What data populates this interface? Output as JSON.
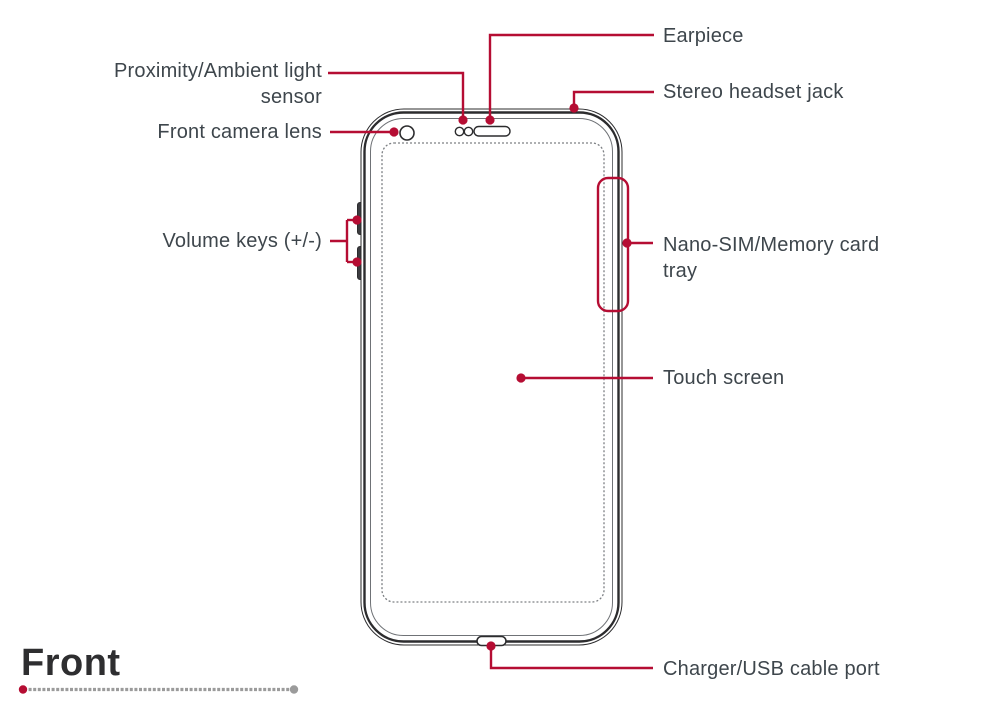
{
  "page": {
    "kind": "device-diagram",
    "background": "#ffffff"
  },
  "colors": {
    "accent_red": "#b50d33",
    "label_text": "#3e464c",
    "outline_dark": "#2c2c2e",
    "outline_inner_gray": "#6f7276",
    "screen_dotted_gray": "#7d8084",
    "title_text": "#2e2e30",
    "underline_gray": "#9b9b9b"
  },
  "title": {
    "text": "Front"
  },
  "labels": {
    "earpiece": "Earpiece",
    "proximity_line1": "Proximity/Ambient light",
    "proximity_line2": "sensor",
    "stereo_headset_jack": "Stereo headset jack",
    "front_camera_lens": "Front camera lens",
    "volume_keys": "Volume keys (+/-)",
    "nano_sim_line1": "Nano-SIM/Memory card",
    "nano_sim_line2": "tray",
    "touch_screen": "Touch screen",
    "charger_port": "Charger/USB cable port"
  },
  "diagram": {
    "device": "smartphone-front-view",
    "parts": [
      "earpiece",
      "proximity-ambient-light-sensor",
      "stereo-headset-jack",
      "front-camera-lens",
      "volume-keys",
      "nano-sim-memory-card-tray",
      "touch-screen",
      "charger-usb-cable-port"
    ]
  }
}
